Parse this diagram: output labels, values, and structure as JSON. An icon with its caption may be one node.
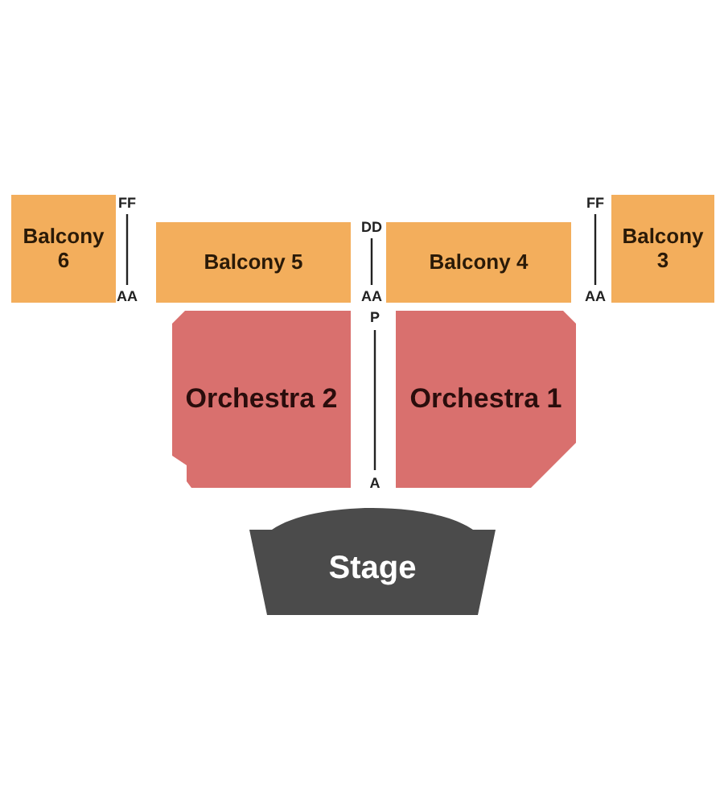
{
  "diagram": {
    "nodes": [
      {
        "text": [
          "Balcony 6"
        ]
      },
      {
        "text": [
          "Balcony 5"
        ]
      },
      {
        "text": [
          "Balcony 4"
        ]
      },
      {
        "text": [
          "Balcony 3"
        ]
      },
      {
        "text": [
          "Orchestra 2"
        ]
      },
      {
        "text": [
          "Orchestra 1"
        ]
      },
      {
        "text": [
          "Stage"
        ]
      }
    ],
    "edges": [],
    "labels": [
      "FF",
      "FF",
      "DD",
      "AA",
      "AA",
      "AA",
      "P",
      "A"
    ]
  }
}
